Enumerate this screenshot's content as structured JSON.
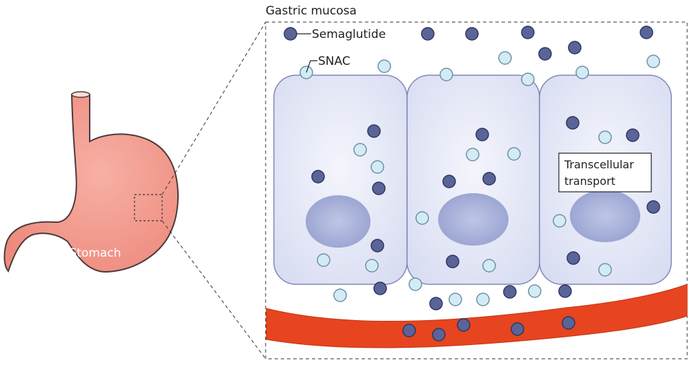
{
  "labels": {
    "region": "Gastric mucosa",
    "organ": "Stomach",
    "drug": "Semaglutide",
    "enhancer": "SNAC",
    "mechanism_line1": "Transcellular",
    "mechanism_line2": "transport"
  },
  "colors": {
    "stomach": "#f39b8f",
    "stomach_outline": "#4a3a3a",
    "cell_fill": "#e4e7f6",
    "cell_outline": "#7f87b6",
    "nucleus": "#a2a9d4",
    "semaglutide": "#5a6496",
    "snac": "#d2ecf5",
    "blood_vessel": "#e6451f"
  }
}
